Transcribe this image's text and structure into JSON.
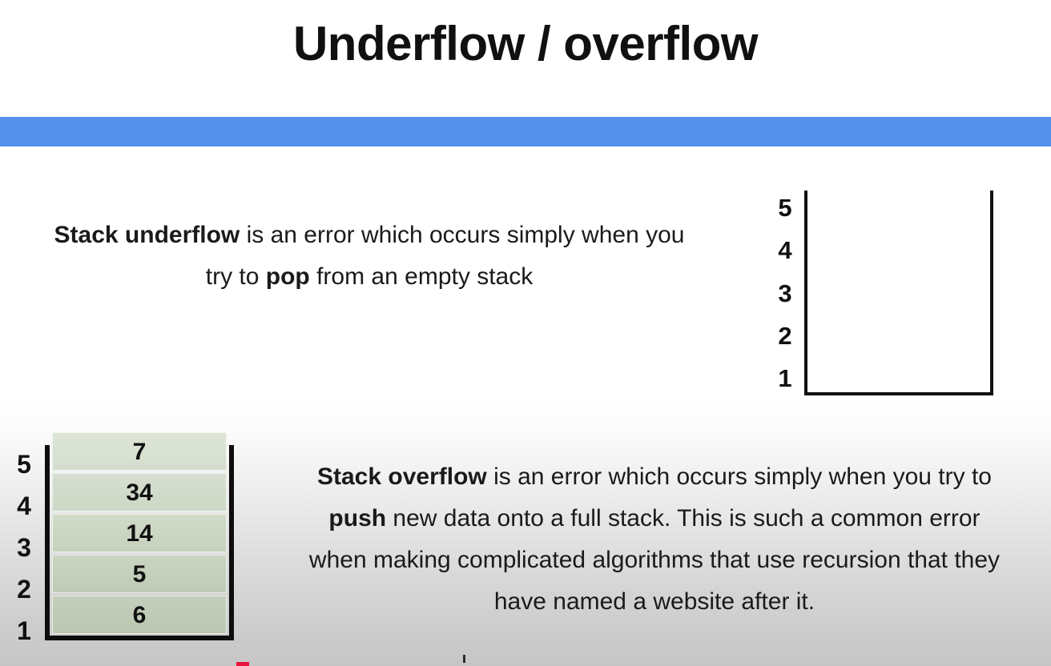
{
  "slide": {
    "title": "Underflow / overflow",
    "accent_color": "#5590ed",
    "background_top": "#ffffff",
    "background_bottom": "#c6c6c6"
  },
  "underflow": {
    "line1_bold": "Stack underflow",
    "line1_rest": " is an error which occurs",
    "line2_pre": "simply when you try to ",
    "line2_bold": "pop",
    "line2_post": " from an empty",
    "line3": "stack"
  },
  "overflow": {
    "line1_bold": "Stack overflow",
    "line1_rest": " is an error which occurs simply",
    "line2_pre": "when you try to ",
    "line2_bold": "push",
    "line2_post": " new data onto a full stack.",
    "line3": "This is such a common error when making",
    "line4": "complicated algorithms that use recursion that",
    "line5": "they have named a website after it."
  },
  "empty_stack": {
    "label": "empty stack diagram",
    "indices": [
      "5",
      "4",
      "3",
      "2",
      "1"
    ],
    "slots": [
      "",
      "",
      "",
      "",
      ""
    ],
    "border_color": "#111111"
  },
  "full_stack": {
    "label": "full stack diagram",
    "indices": [
      "5",
      "4",
      "3",
      "2",
      "1"
    ],
    "values": [
      "7",
      "34",
      "14",
      "5",
      "6"
    ],
    "cell_color_top": "#dde5d6",
    "cell_color_bottom": "#bcc7b2",
    "border_color": "#0d0d0d"
  },
  "player": {
    "progress_marker_color": "#e8143c",
    "seek_tick_color": "#2a2a2a"
  }
}
